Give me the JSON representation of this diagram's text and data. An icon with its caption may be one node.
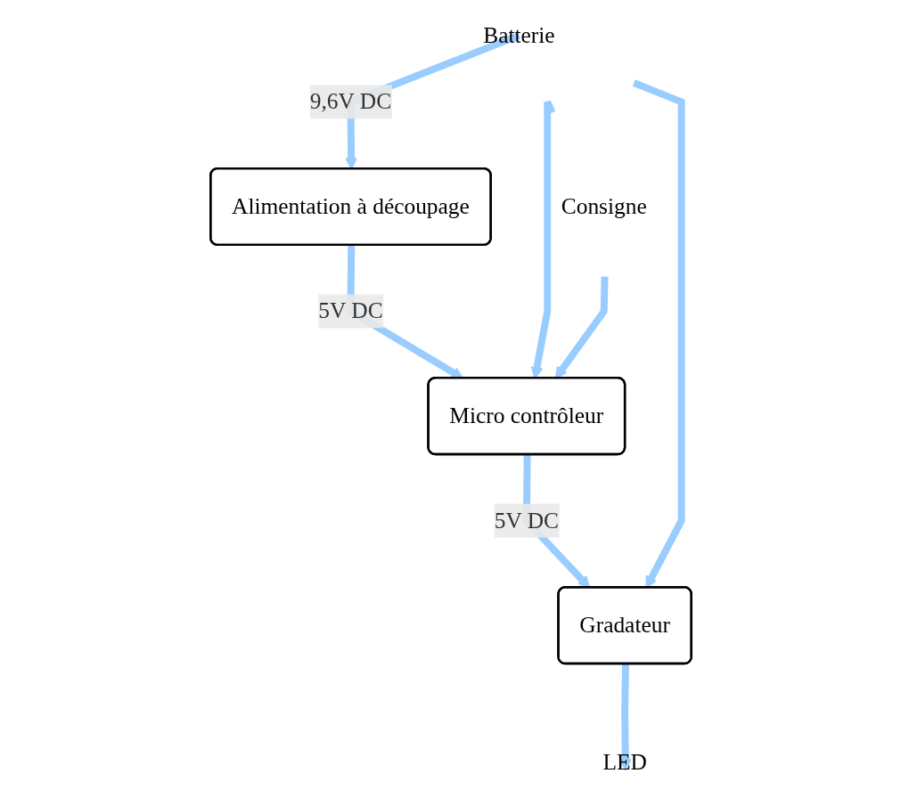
{
  "diagram": {
    "nodes": [
      {
        "text": [
          "Batterie"
        ]
      },
      {
        "text": [
          "Alimentation à découpage"
        ]
      },
      {
        "text": [
          "Micro contrôleur"
        ]
      },
      {
        "text": [
          "Consigne"
        ]
      },
      {
        "text": [
          "Gradateur"
        ]
      },
      {
        "text": [
          "LED"
        ]
      }
    ],
    "edges": [
      {
        "from": 0,
        "to": 1,
        "arrow": "to",
        "label": "9,6V DC"
      },
      {
        "from": 1,
        "to": 2,
        "arrow": "to",
        "label": "5V DC"
      },
      {
        "from": 0,
        "to": 2,
        "arrow": "to"
      },
      {
        "from": 3,
        "to": 2,
        "arrow": "to"
      },
      {
        "from": 2,
        "to": 4,
        "arrow": "to",
        "label": "5V DC"
      },
      {
        "from": 0,
        "to": 4,
        "arrow": "to"
      },
      {
        "from": 4,
        "to": 5,
        "arrow": "to"
      }
    ]
  }
}
